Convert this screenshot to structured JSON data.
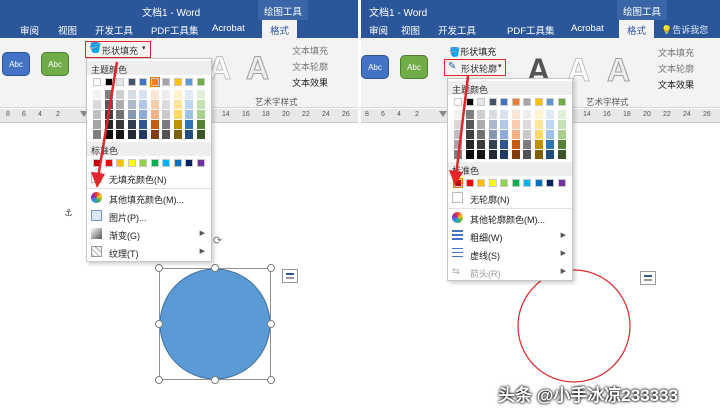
{
  "left": {
    "title": "文档1 - Word",
    "context_tab_title": "绘图工具",
    "tabs": [
      "审阅",
      "视图",
      "开发工具",
      "PDF工具集",
      "Acrobat",
      "格式"
    ],
    "active_tab": "格式",
    "fill_button": "形状填充",
    "style_samples": [
      "Abc",
      "Abc"
    ],
    "cmds": [
      "文本填充",
      "文本轮廓",
      "文本效果"
    ],
    "group_label": "艺术字样式",
    "ruler_ticks": [
      "8",
      "6",
      "4",
      "2",
      "14",
      "16",
      "18",
      "20",
      "22",
      "24",
      "26"
    ],
    "menu": {
      "theme_label": "主题颜色",
      "standard_label": "标准色",
      "no_fill": "无填充颜色(N)",
      "more": "其他填充颜色(M)...",
      "picture": "图片(P)...",
      "gradient": "渐变(G)",
      "texture": "纹理(T)"
    }
  },
  "right": {
    "title": "文档1 - Word",
    "context_tab_title": "绘图工具",
    "tabs": [
      "审阅",
      "视图",
      "开发工具",
      "PDF工具集",
      "Acrobat",
      "格式"
    ],
    "active_tab": "格式",
    "tell_me": "告诉我您",
    "style_samples": [
      "Abc",
      "Abc"
    ],
    "cmd_fill": "形状填充",
    "cmd_outline": "形状轮廓",
    "cmds": [
      "文本填充",
      "文本轮廓",
      "文本效果"
    ],
    "group_label": "艺术字样式",
    "ruler_ticks": [
      "8",
      "6",
      "4",
      "2",
      "14",
      "16",
      "18",
      "20",
      "22",
      "24",
      "26"
    ],
    "menu": {
      "theme_label": "主题颜色",
      "standard_label": "标准色",
      "no_outline": "无轮廓(N)",
      "more": "其他轮廓颜色(M)...",
      "weight": "粗细(W)",
      "dashes": "虚线(S)",
      "arrows": "箭头(R)"
    }
  },
  "theme_top_colors": [
    "#ffffff",
    "#000000",
    "#e7e6e6",
    "#44546a",
    "#4472c4",
    "#ed7d31",
    "#a5a5a5",
    "#ffc000",
    "#5b9bd5",
    "#70ad47"
  ],
  "theme_shades": [
    [
      "#f2f2f2",
      "#7f7f7f",
      "#d0cece",
      "#d6dce4",
      "#d9e2f3",
      "#fbe5d5",
      "#ededed",
      "#fff2cc",
      "#deebf6",
      "#e2efd9"
    ],
    [
      "#d8d8d8",
      "#595959",
      "#aeabab",
      "#adb9ca",
      "#b4c6e7",
      "#f7cbac",
      "#dbdbdb",
      "#fee599",
      "#bdd7ee",
      "#c5e0b3"
    ],
    [
      "#bfbfbf",
      "#3f3f3f",
      "#757070",
      "#8496b0",
      "#8eaadb",
      "#f4b183",
      "#c9c9c9",
      "#ffd965",
      "#9cc3e5",
      "#a8d08d"
    ],
    [
      "#a5a5a5",
      "#262626",
      "#3a3838",
      "#323f4f",
      "#2f5496",
      "#c55a11",
      "#7b7b7b",
      "#bf9000",
      "#2e75b5",
      "#538135"
    ],
    [
      "#7f7f7f",
      "#0c0c0c",
      "#171616",
      "#222a35",
      "#1f3864",
      "#833c0b",
      "#525252",
      "#7f6000",
      "#1e4e79",
      "#375623"
    ]
  ],
  "standard_colors": [
    "#c00000",
    "#ff0000",
    "#ffc000",
    "#ffff00",
    "#92d050",
    "#00b050",
    "#00b0f0",
    "#0070c0",
    "#002060",
    "#7030a0"
  ],
  "shape_fill_color": "#5b9bd5",
  "outline_color": "#d9262b",
  "watermark": "头条 @小手冰凉233333"
}
